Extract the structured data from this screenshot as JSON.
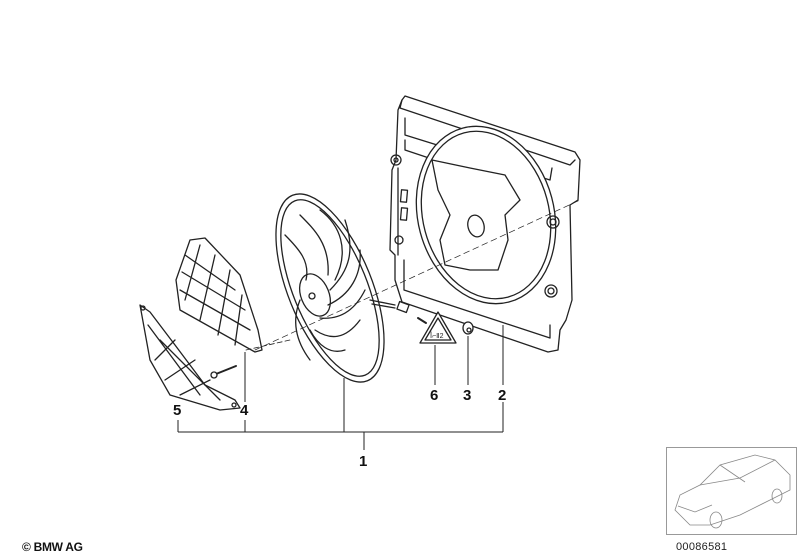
{
  "diagram": {
    "title": "Electric fan / fan shroud assembly (exploded parts diagram)",
    "parts": [
      {
        "number": "1",
        "description": "Fan assembly (group callout)"
      },
      {
        "number": "2",
        "description": "Fan shroud / frame"
      },
      {
        "number": "3",
        "description": "Nut"
      },
      {
        "number": "6",
        "description": "Warning label (triangle)"
      },
      {
        "number": "4",
        "description": "Fan guard with screw"
      },
      {
        "number": "5",
        "description": "Lower guard grille"
      }
    ],
    "labels": {
      "l1": "1",
      "l2": "2",
      "l3": "3",
      "l4": "4",
      "l5": "5",
      "l6": "6"
    },
    "footer": {
      "copyright": "© BMW AG",
      "document_number": "00086581"
    },
    "thumbnail": {
      "description": "Vehicle outline thumbnail"
    }
  }
}
